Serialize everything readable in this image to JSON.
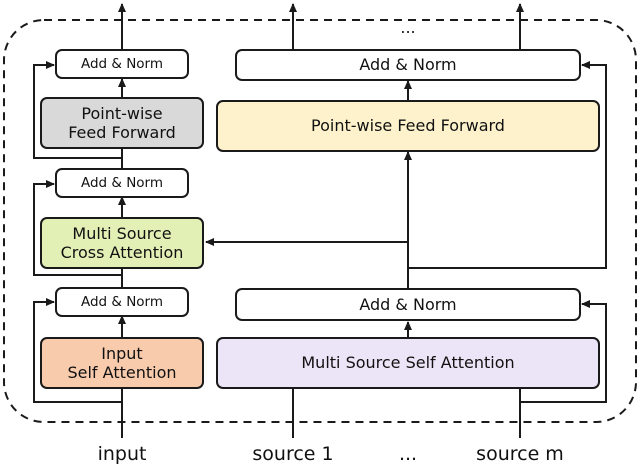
{
  "colors": {
    "input_self_attention": "#f8cbad",
    "multi_source_cross_attention": "#e2f0b6",
    "point_wise_ffn_left": "#d9d9d9",
    "point_wise_ffn_right": "#fdf2cc",
    "multi_source_self_attention": "#ece4f7",
    "add_norm": "#ffffff",
    "stroke": "#1a1a1a"
  },
  "left_stack": {
    "self_attention": {
      "line1": "Input",
      "line2": "Self Attention"
    },
    "add_norm_1": "Add & Norm",
    "cross_attention": {
      "line1": "Multi Source",
      "line2": "Cross Attention"
    },
    "add_norm_2": "Add & Norm",
    "ffn": {
      "line1": "Point-wise",
      "line2": "Feed Forward"
    },
    "add_norm_3": "Add & Norm"
  },
  "right_stack": {
    "self_attention": "Multi Source Self Attention",
    "add_norm_1": "Add & Norm",
    "ffn": "Point-wise Feed Forward",
    "add_norm_2": "Add & Norm"
  },
  "bottom_labels": {
    "input": "input",
    "source_1": "source 1",
    "ellipsis": "...",
    "source_m": "source m"
  },
  "top_ellipsis": "..."
}
